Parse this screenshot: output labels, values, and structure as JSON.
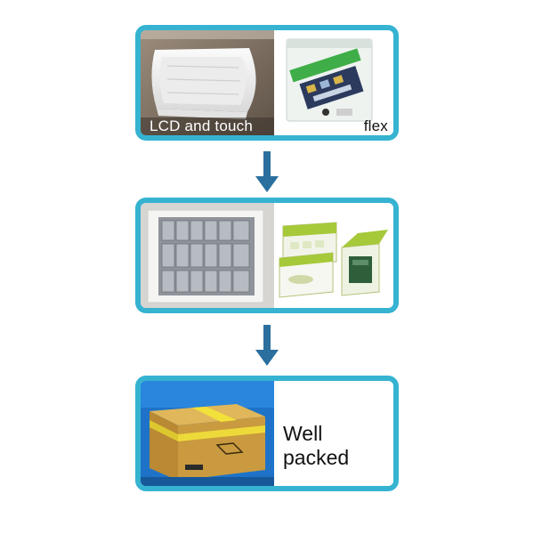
{
  "colors": {
    "panel_border": "#35b3d1",
    "arrow": "#2a6f9e",
    "box_brown": "#c99a3f",
    "tape_yellow": "#f1e13a",
    "retail_box_green": "#a6c93a",
    "blue_backdrop": "#1e73c8"
  },
  "panels": [
    {
      "captions": {
        "left": "LCD and  touch",
        "right": "flex"
      },
      "icons": {
        "left": "foam-bag-photo",
        "right": "flex-cable-bag-photo"
      }
    },
    {
      "icons": {
        "left": "foam-tray-with-bagged-parts-photo",
        "right": "retail-boxes-photo"
      }
    },
    {
      "captions": {
        "right": "Well packed"
      },
      "icons": {
        "left": "shipping-carton-photo"
      }
    }
  ],
  "arrows": [
    {
      "icon": "arrow-down-icon"
    },
    {
      "icon": "arrow-down-icon"
    }
  ]
}
